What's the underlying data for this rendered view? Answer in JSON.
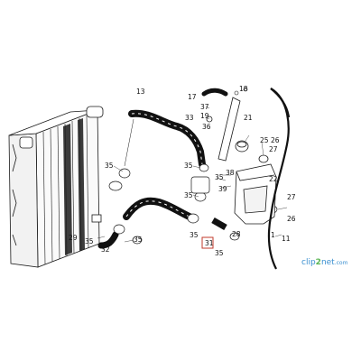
{
  "diagram": {
    "callouts": [
      "13",
      "17",
      "18",
      "37",
      "19",
      "33",
      "21",
      "36",
      "25",
      "26",
      "27",
      "35",
      "35",
      "35",
      "35",
      "35",
      "35",
      "35",
      "38",
      "22",
      "39",
      "27",
      "26",
      "29",
      "32",
      "28",
      "31",
      "35",
      "1",
      "11"
    ],
    "highlighted_callout": "31",
    "watermark": {
      "prefix": "clip",
      "digit": "2",
      "suffix": "net",
      "domain": ".com"
    },
    "colors": {
      "line": "#1a1a1a",
      "hose": "#111111",
      "highlight": "#c0392b",
      "watermark_blue": "#3a8fd0",
      "watermark_green": "#5ab552"
    }
  }
}
